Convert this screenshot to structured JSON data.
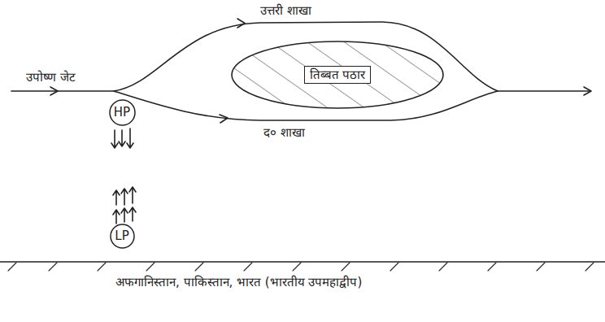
{
  "diagram": {
    "nodes": [
      {
        "text": [
          "तिब्बत पठार"
        ]
      },
      {
        "text": [
          "HP"
        ]
      },
      {
        "text": [
          "LP"
        ]
      }
    ],
    "labels": [
      "उपोष्ण जेट",
      "उत्तरी शाखा",
      "द० शाखा",
      "अफगानिस्तान, पाकिस्तान, भारत (भारतीय उपमहाद्वीप)"
    ]
  }
}
